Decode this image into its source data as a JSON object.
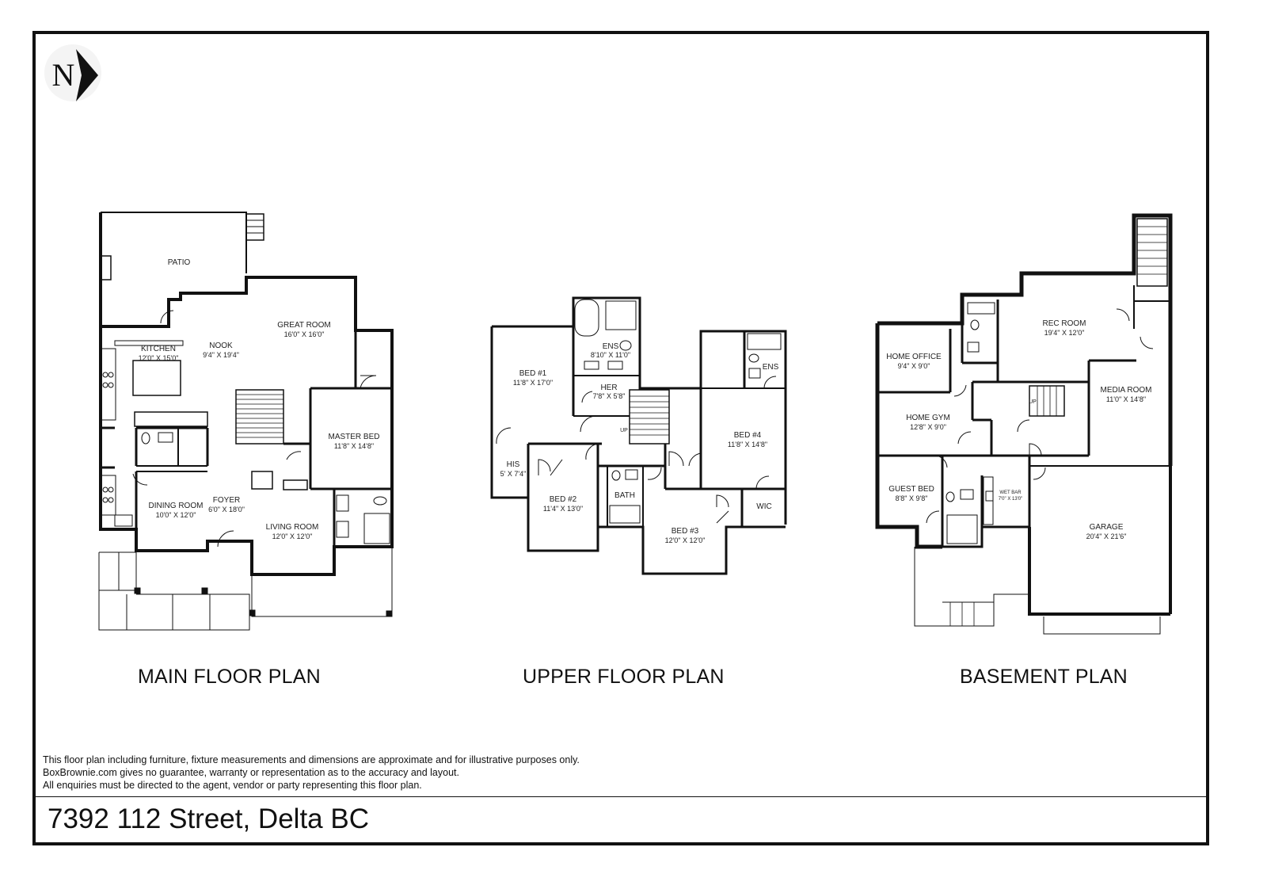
{
  "compass": {
    "letter": "N",
    "icon": "north-arrow-icon"
  },
  "plans": {
    "main": {
      "caption": "MAIN FLOOR PLAN",
      "rooms": [
        {
          "name": "PATIO",
          "dim": ""
        },
        {
          "name": "GREAT ROOM",
          "dim": "16'0\" X 16'0\""
        },
        {
          "name": "NOOK",
          "dim": "9'4\" X 19'4\""
        },
        {
          "name": "KITCHEN",
          "dim": "12'0\" X 15'0\""
        },
        {
          "name": "MASTER BED",
          "dim": "11'8\" X 14'8\""
        },
        {
          "name": "DINING ROOM",
          "dim": "10'0\" X 12'0\""
        },
        {
          "name": "FOYER",
          "dim": "6'0\" X 18'0\""
        },
        {
          "name": "LIVING ROOM",
          "dim": "12'0\" X 12'0\""
        }
      ]
    },
    "upper": {
      "caption": "UPPER FLOOR PLAN",
      "up_label": "UP",
      "rooms": [
        {
          "name": "ENS",
          "dim": "8'10\" X 11'0\""
        },
        {
          "name": "BED #1",
          "dim": "11'8\" X 17'0\""
        },
        {
          "name": "HER",
          "dim": "7'8\" X 5'8\""
        },
        {
          "name": "ENS",
          "dim": ""
        },
        {
          "name": "BED #4",
          "dim": "11'8\" X 14'8\""
        },
        {
          "name": "HIS",
          "dim": "5' X 7'4\""
        },
        {
          "name": "BED #2",
          "dim": "11'4\" X 13'0\""
        },
        {
          "name": "BATH",
          "dim": ""
        },
        {
          "name": "WIC",
          "dim": ""
        },
        {
          "name": "BED #3",
          "dim": "12'0\" X 12'0\""
        }
      ]
    },
    "basement": {
      "caption": "BASEMENT PLAN",
      "up_label": "UP",
      "rooms": [
        {
          "name": "REC ROOM",
          "dim": "19'4\" X 12'0\""
        },
        {
          "name": "HOME OFFICE",
          "dim": "9'4\" X 9'0\""
        },
        {
          "name": "MEDIA ROOM",
          "dim": "11'0\" X 14'8\""
        },
        {
          "name": "HOME GYM",
          "dim": "12'8\" X 9'0\""
        },
        {
          "name": "GUEST BED",
          "dim": "8'8\" X 9'8\""
        },
        {
          "name": "WET BAR",
          "dim": "7'0\" X 13'0\""
        },
        {
          "name": "GARAGE",
          "dim": "20'4\" X 21'6\""
        }
      ]
    }
  },
  "disclaimer": [
    "This floor plan including furniture, fixture measurements and dimensions are approximate and for illustrative purposes only.",
    "BoxBrownie.com gives no guarantee, warranty or representation as to the accuracy and layout.",
    "All enquiries must be directed to the agent, vendor or party representing this floor plan."
  ],
  "address": "7392 112 Street, Delta BC"
}
